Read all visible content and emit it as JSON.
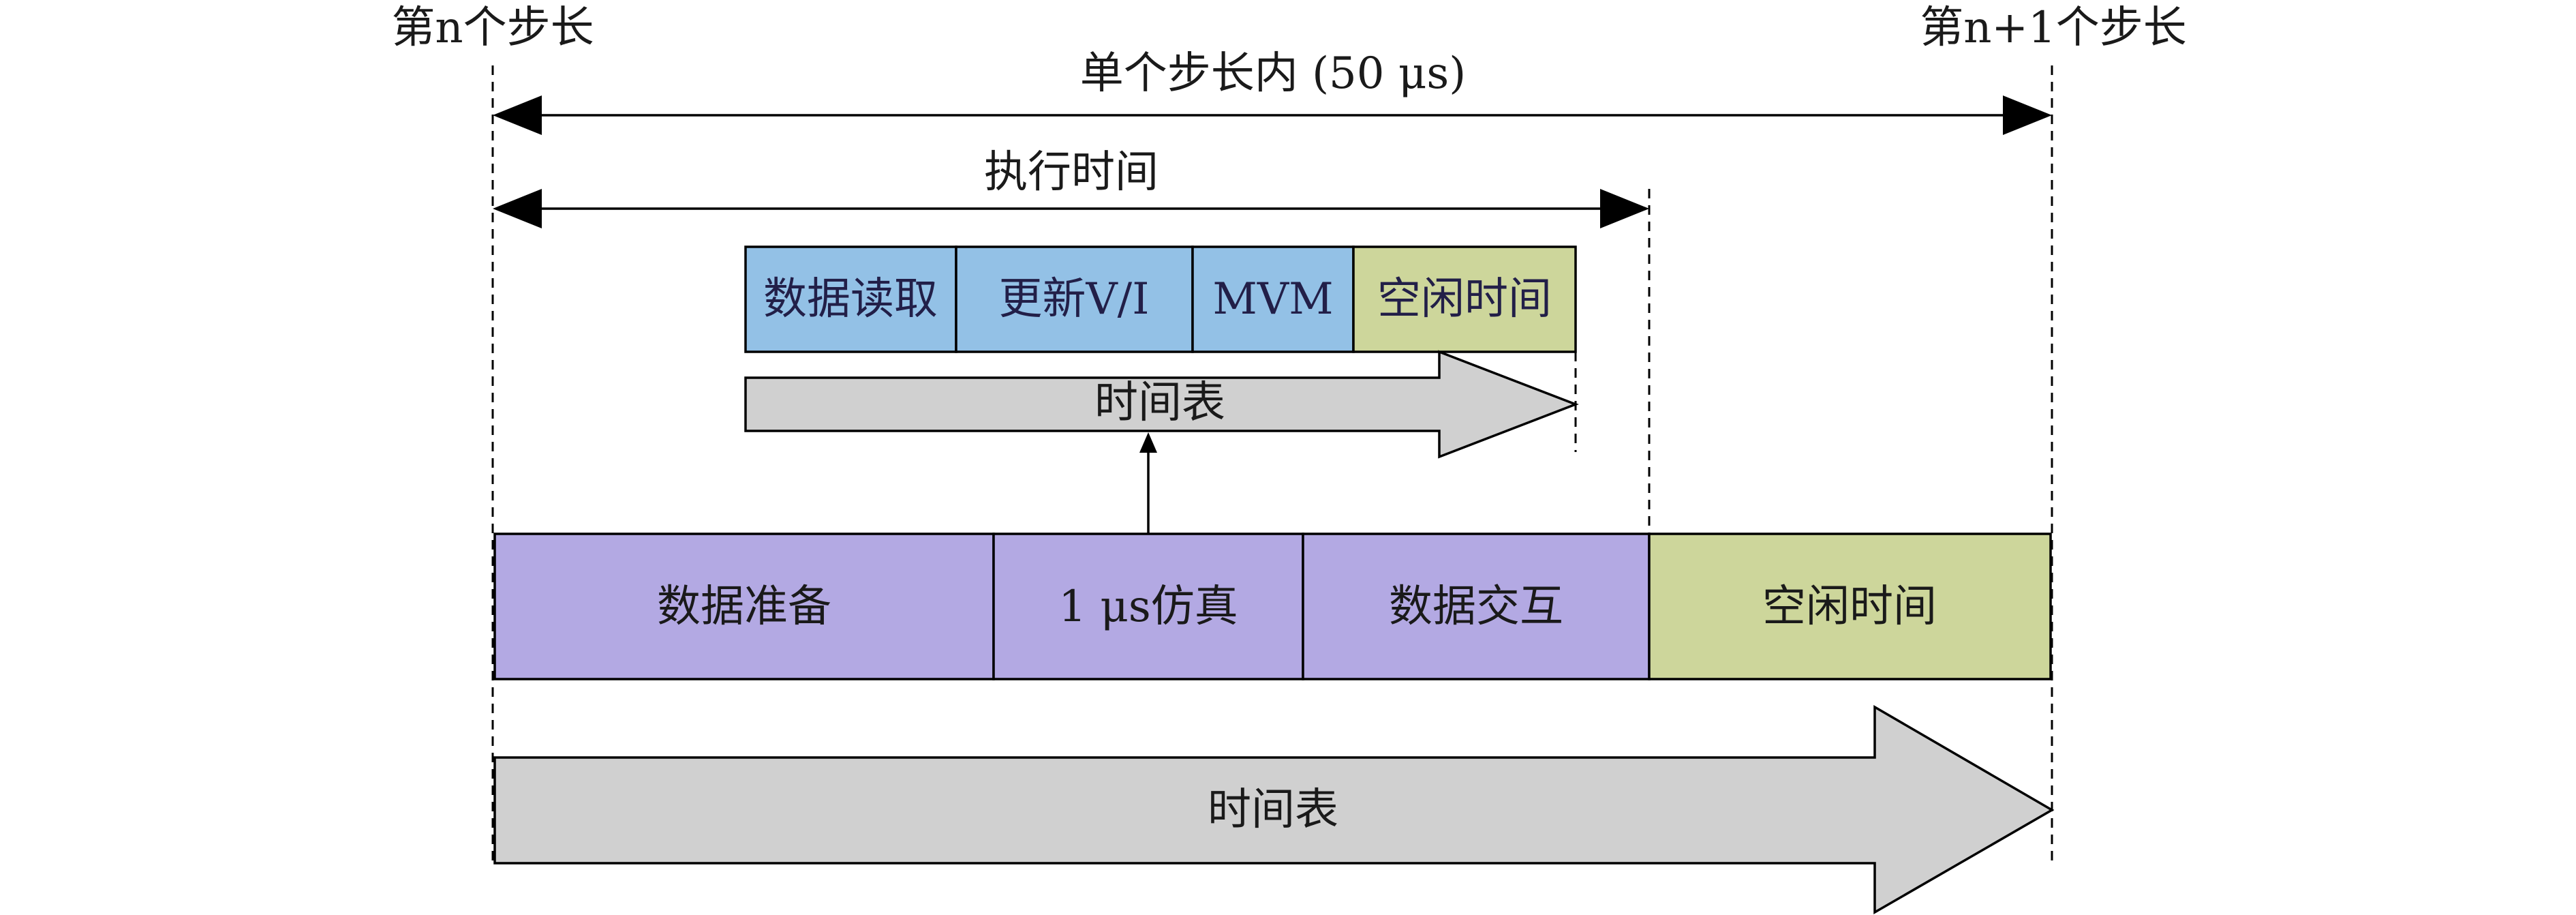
{
  "step_markers": {
    "current": "第n个步长",
    "next": "第n+1个步长"
  },
  "single_step_span": {
    "label": "单个步长内 (50 μs)"
  },
  "execution_span": {
    "label": "执行时间"
  },
  "inner_stages": [
    {
      "label": "数据读取"
    },
    {
      "label": "更新V/I"
    },
    {
      "label": "MVM"
    },
    {
      "label": "空闲时间"
    }
  ],
  "inner_timeline": {
    "label": "时间表"
  },
  "outer_stages": [
    {
      "label": "数据准备"
    },
    {
      "label": "1 μs仿真"
    },
    {
      "label": "数据交互"
    },
    {
      "label": "空闲时间"
    }
  ],
  "outer_timeline": {
    "label": "时间表"
  },
  "colors": {
    "inner_stage": "#93c1e6",
    "outer_stage": "#b3a9e3",
    "idle": "#cdd69b",
    "timeline": "#d0d0d0"
  }
}
